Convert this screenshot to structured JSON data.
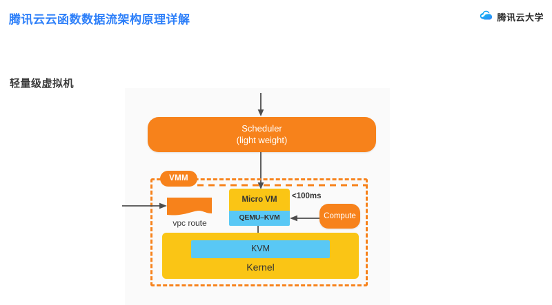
{
  "header": {
    "title": "腾讯云云函数数据流架构原理详解",
    "title_color": "#2d7ff9",
    "brand": {
      "icon": "tencent-cloud-logo-icon",
      "text": "腾讯云大学"
    }
  },
  "section": {
    "label": "轻量级虚拟机"
  },
  "diagram": {
    "background_color": "#fafafa",
    "colors": {
      "orange": "#f7821b",
      "yellow": "#fac515",
      "blue": "#59c8f5",
      "arrow": "#4d4d4d"
    },
    "nodes": {
      "scheduler": {
        "line1": "Scheduler",
        "line2": "(light weight)",
        "color": "#f7821b"
      },
      "vmm_badge": {
        "label": "VMM",
        "color": "#f7821b"
      },
      "vpc_route": {
        "label": "vpc route",
        "color": "#f7821b"
      },
      "micro_vm": {
        "label": "Micro VM",
        "color": "#fac515"
      },
      "qemu_kvm": {
        "label": "QEMU–KVM",
        "color": "#59c8f5"
      },
      "latency": {
        "label": "<100ms"
      },
      "compute": {
        "label": "Compute",
        "color": "#f7821b"
      },
      "kernel": {
        "label": "Kernel",
        "color": "#fac515"
      },
      "kvm": {
        "label": "KVM",
        "color": "#59c8f5"
      }
    },
    "connectors": [
      {
        "name": "top-to-scheduler",
        "direction": "down"
      },
      {
        "name": "scheduler-to-micro-vm",
        "direction": "down"
      },
      {
        "name": "external-to-vpc-route",
        "direction": "right"
      },
      {
        "name": "compute-to-qemu-kvm",
        "direction": "left"
      },
      {
        "name": "qemu-kvm-to-kvm",
        "direction": "down"
      },
      {
        "name": "vmm-badge-dashed",
        "direction": "right"
      }
    ]
  }
}
